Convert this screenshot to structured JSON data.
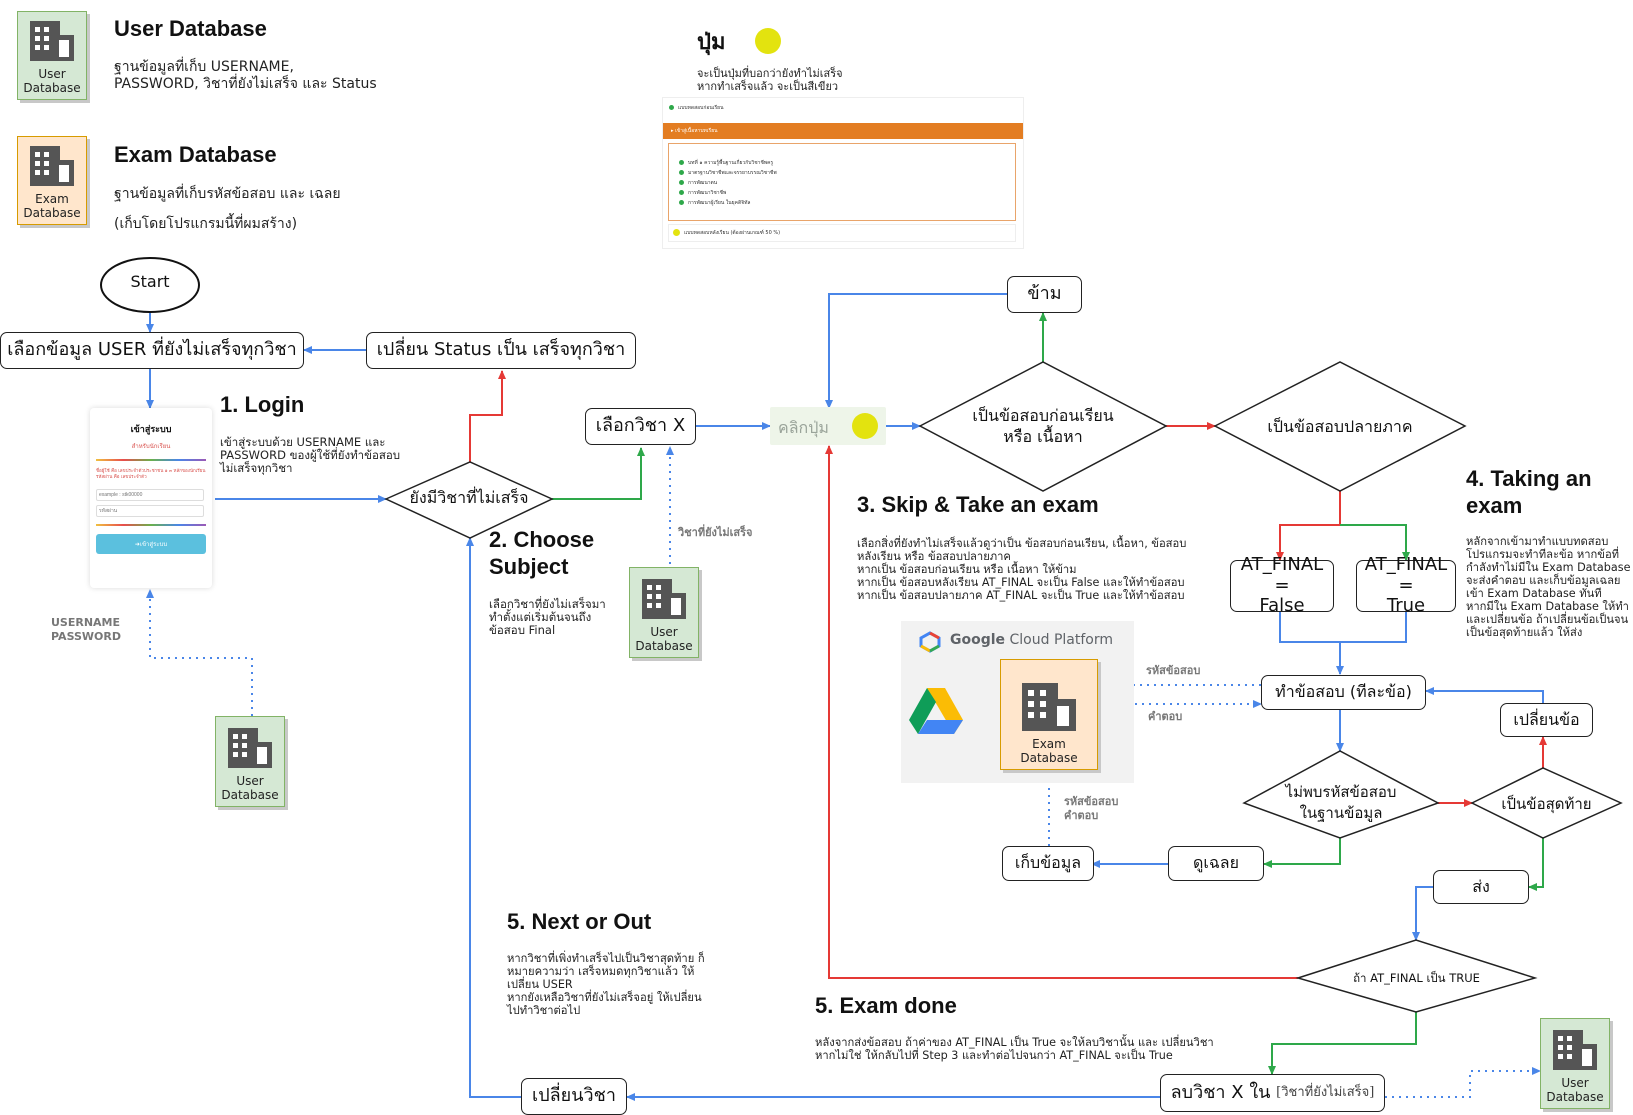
{
  "legend": {
    "user_db": {
      "title": "User Database",
      "desc": "ฐานข้อมูลที่เก็บ USERNAME,\nPASSWORD, วิชาที่ยังไม่เสร็จ และ Status",
      "icon_label": "User\nDatabase"
    },
    "exam_db": {
      "title": "Exam Database",
      "desc1": "ฐานข้อมูลที่เก็บรหัสข้อสอบ และ เฉลย",
      "desc2": "(เก็บโดยโปรแกรมนี้ที่ผมสร้าง)",
      "icon_label": "Exam\nDatabase"
    },
    "button": {
      "title": "ปุ่ม",
      "desc": "จะเป็นปุ่มที่บอกว่ายังทำไม่เสร็จ\nหากทำเสร็จแล้ว จะเป็นสีเขียว"
    }
  },
  "preview": {
    "row1": "แบบทดสอบก่อนเรียน",
    "bar": "เข้าสู่เนื้อหาบทเรียน",
    "items": [
      "บทที่ ๑ ความรู้พื้นฐานเกี่ยวกับวิชาชีพครู",
      "มาตรฐานวิชาชีพและจรรยาบรรณวิชาชีพ",
      "การพัฒนาตน",
      "การพัฒนาวิชาชีพ",
      "การพัฒนาผู้เรียน ในยุคดิจิทัล"
    ],
    "last": "แบบทดสอบหลังเรียน (ต้องผ่านเกณฑ์ 50 %)"
  },
  "flow": {
    "start": "Start",
    "select_user": "เลือกข้อมูล USER ที่ยังไม่เสร็จทุกวิชา",
    "change_status": "เปลี่ยน Status เป็น เสร็จทุกวิชา",
    "has_subject": "ยังมีวิชาที่ไม่เสร็จ",
    "select_subject": "เลือกวิชา X",
    "click_button": "คลิกปุ่ม",
    "skip": "ข้าม",
    "is_pre_or_content": "เป็นข้อสอบก่อนเรียน\nหรือ เนื้อหา",
    "is_final": "เป็นข้อสอบปลายภาค",
    "at_false": "AT_FINAL =\nFalse",
    "at_true": "AT_FINAL =\nTrue",
    "do_exam": "ทำข้อสอบ (ทีละข้อ)",
    "change_q": "เปลี่ยนข้อ",
    "not_found": "ไม่พบรหัสข้อสอบ\nในฐานข้อมูล",
    "is_last": "เป็นข้อสุดท้าย",
    "view_answer": "ดูเฉลย",
    "save_data": "เก็บข้อมูล",
    "submit": "ส่ง",
    "if_final_true": "ถ้า AT_FINAL เป็น TRUE",
    "delete_subject": "ลบวิชา X ใน",
    "delete_subject_tag": "[วิชาที่ยังไม่เสร็จ]",
    "change_subject": "เปลี่ยนวิชา"
  },
  "login_card": {
    "title": "เข้าสู่ระบบ",
    "subtitle": "สำหรับนักเรียน",
    "note": "ชื่อผู้ใช้ คือ เลขประจำตัวประชาชน ๑ ๓ หลักของนักเรียน\nรหัสผ่าน คือ เลขประจำตัว",
    "user_placeholder": "example : stk00000",
    "pass_placeholder": "รหัสผ่าน",
    "button": "เข้าสู่ระบบ"
  },
  "steps": {
    "s1": {
      "title": "1. Login",
      "body": "เข้าสู่ระบบด้วย USERNAME และ\nPASSWORD ของผู้ใช้ที่ยังทำข้อสอบ\nไม่เสร็จทุกวิชา"
    },
    "s2": {
      "title": "2. Choose\nSubject",
      "body": "เลือกวิชาที่ยังไม่เสร็จมา\nทำตั้งแต่เริ่มต้นจนถึง\nข้อสอบ Final"
    },
    "s3": {
      "title": "3. Skip & Take an exam",
      "body": " เลือกสิ่งที่ยังทำไม่เสร็จแล้วดูว่าเป็น ข้อสอบก่อนเรียน, เนื้อหา, ข้อสอบ\nหลังเรียน หรือ ข้อสอบปลายภาค\n หากเป็น ข้อสอบก่อนเรียน หรือ เนื้อหา ให้ข้าม\nหากเป็น ข้อสอบหลังเรียน AT_FINAL จะเป็น False และให้ทำข้อสอบ\nหากเป็น ข้อสอบปลายภาค AT_FINAL จะเป็น True และให้ทำข้อสอบ"
    },
    "s4": {
      "title": "4. Taking an\nexam",
      "body": " หลักจากเข้ามาทำแบบทดสอบ\nโปรแกรมจะทำทีละข้อ หากข้อที่\nกำลังทำไม่มีใน Exam Database\nจะส่งคำตอบ และเก็บข้อมูลเฉลย\nเข้า Exam Database ทันที\n หากมีใน Exam Database ให้ทำ\nและเปลี่ยนข้อ ถ้าเปลี่ยนข้อเป็นจน\nเป็นข้อสุดท้ายแล้ว ให้ส่ง"
    },
    "s5a": {
      "title": "5. Next or Out",
      "body": " หากวิชาที่เพิ่งทำเสร็จไปเป็นวิชาสุดท้าย ก็\nหมายความว่า เสร็จหมดทุกวิชาแล้ว ให้\nเปลี่ยน USER\n หากยังเหลือวิชาที่ยังไม่เสร็จอยู่ ให้เปลี่ยน\nไปทำวิชาต่อไป"
    },
    "s5b": {
      "title": "5. Exam done",
      "body": " หลังจากส่งข้อสอบ ถ้าค่าของ  AT_FINAL เป็น True จะให้ลบวิชานั้น และ เปลี่ยนวิชา\nหากไม่ใช่ ให้กลับไปที่ Step 3 และทำต่อไปจนกว่า AT_FINAL จะเป็น True"
    }
  },
  "edge_labels": {
    "unfinished": "วิชาที่ยังไม่เสร็จ",
    "userpass": "USERNAME\nPASSWORD",
    "exam_code": "รหัสข้อสอบ",
    "answer": "คำตอบ",
    "code_answer": "รหัสข้อสอบ\nคำตอบ"
  },
  "gcp": {
    "google": "Google",
    "rest": " Cloud Platform"
  },
  "colors": {
    "blue": "#4a86e8",
    "red": "#e53935",
    "green": "#2ea84a",
    "yellow": "#e3e30f",
    "orange": "#e37d22"
  }
}
